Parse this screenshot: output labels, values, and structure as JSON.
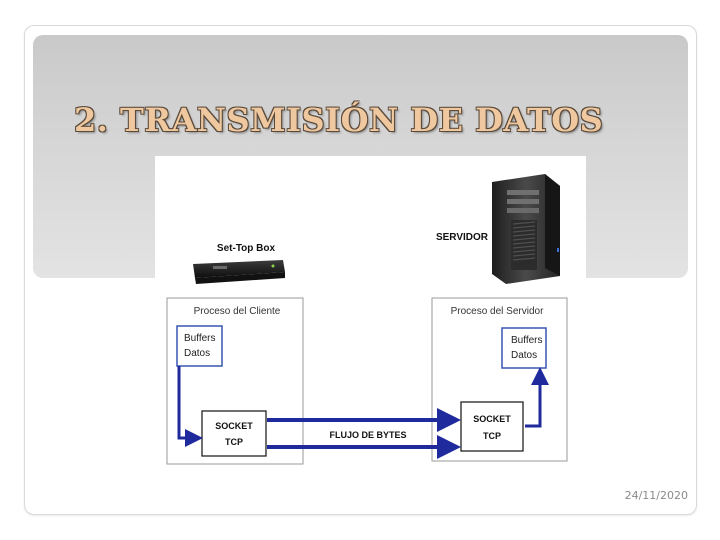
{
  "slide": {
    "title": "2. TRANSMISIÓN DE DATOS",
    "date": "24/11/2020"
  },
  "diagram": {
    "client_device_label": "Set-Top Box",
    "server_device_label": "SERVIDOR",
    "client_process_label": "Proceso del Cliente",
    "server_process_label": "Proceso del Servidor",
    "client_buffer_line1": "Buffers",
    "client_buffer_line2": "Datos",
    "server_buffer_line1": "Buffers",
    "server_buffer_line2": "Datos",
    "client_socket_line1": "SOCKET",
    "client_socket_line2": "TCP",
    "server_socket_line1": "SOCKET",
    "server_socket_line2": "TCP",
    "flow_label": "FLUJO DE BYTES",
    "arrow_color": "#1f2a9c",
    "buffer_border_color": "#3a55b0"
  }
}
